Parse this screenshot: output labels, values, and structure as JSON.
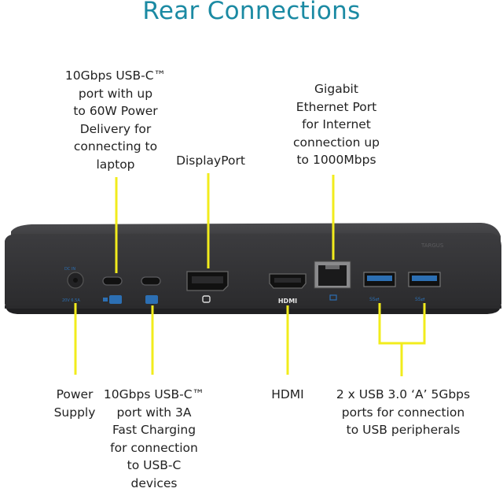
{
  "title": "Rear Connections",
  "labels": {
    "usbc_laptop": "10Gbps USB-C™\nport with up\nto 60W Power\nDelivery for\nconnecting to\nlaptop",
    "displayport": "DisplayPort",
    "ethernet": "Gigabit\nEthernet Port\nfor Internet\nconnection up\nto 1000Mbps",
    "power": "Power\nSupply",
    "usbc_charging": "10Gbps USB-C™\nport with 3A\nFast Charging\nfor connection\nto USB-C\ndevices",
    "hdmi": "HDMI",
    "usb_a": "2 x USB 3.0 ‘A’ 5Gbps\nports for connection\nto USB peripherals"
  },
  "port_marks": {
    "hdmi": "HDMI"
  },
  "colors": {
    "title": "#1b8aa3",
    "leader": "#f2ec1c",
    "dock": "#3a3a3c",
    "port_blue": "#2c6fb3"
  }
}
